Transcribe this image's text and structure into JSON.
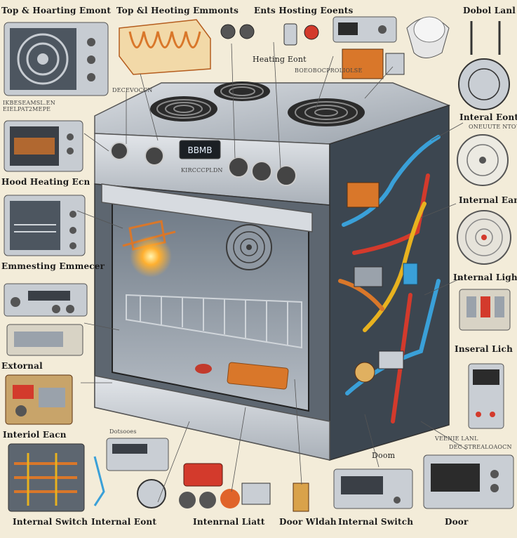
{
  "labels": {
    "top_left_1": "Top & Hoarting Emont",
    "top_left_2": "Top &l Heoting Emmonts",
    "top_mid": "Ents Hosting Eoents",
    "top_right": "Dobol Lanl",
    "heating_font": "Heating Eont",
    "small_top_1": "DECEVOCCN",
    "small_top_2": "BOEOBOCPROLIOLSE",
    "small_left_1": "IKBESEAMSL.EN\nEIELPAT2MEPE",
    "internal_font_right": "Interal Eont",
    "small_right_1": "ONEUUTE NTOUIN",
    "hood_heating": "Hood Heating Ecn",
    "internal_fan": "Internal Ean",
    "emmesting": "Emmesting Emmecer",
    "internal_light": "Internal Light",
    "inseral_lich": "Inseral Lich",
    "external": "Extornal",
    "interal_eacn": "Interiol Eacn",
    "small_bottom_1": "Dotsooes",
    "door_right": "Doom",
    "small_right_2": "VEENIE LANL",
    "small_right_3": "DEC STREALOAOCN",
    "b1": "Internal Switch",
    "b2": "Internal Eont",
    "b3": "Intenrnal Liatt",
    "b4": "Door Wldah",
    "b5": "Internal Switch",
    "b6": "Door",
    "display": "BBMB",
    "display_sub": "KIRCCCPLDN"
  },
  "colors": {
    "background": "#f3ecd9",
    "steel": "#c9ced4",
    "steel_dark": "#7d868f",
    "copper": "#d9772a",
    "wire_blue": "#3aa0d8",
    "wire_red": "#d33a2c",
    "wire_yellow": "#e8b21f",
    "glow": "#ffb030"
  }
}
